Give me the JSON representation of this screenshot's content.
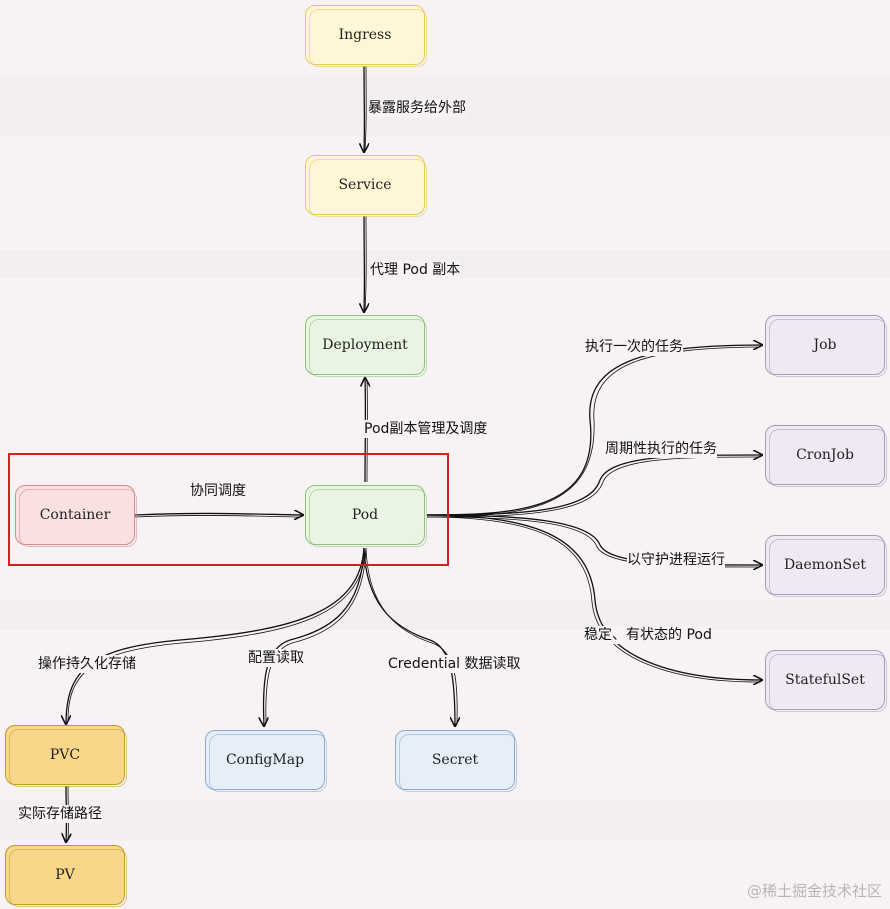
{
  "nodes": {
    "ingress": "Ingress",
    "service": "Service",
    "deployment": "Deployment",
    "pod": "Pod",
    "container": "Container",
    "job": "Job",
    "cronjob": "CronJob",
    "daemonset": "DaemonSet",
    "statefulset": "StatefulSet",
    "pvc": "PVC",
    "pv": "PV",
    "configmap": "ConfigMap",
    "secret": "Secret"
  },
  "edges": {
    "ingress_service": "暴露服务给外部",
    "service_deployment": "代理 Pod 副本",
    "pod_deployment": "Pod副本管理及调度",
    "container_pod": "协同调度",
    "pod_job": "执行一次的任务",
    "pod_cronjob": "周期性执行的任务",
    "pod_daemonset": "以守护进程运行",
    "pod_statefulset": "稳定、有状态的 Pod",
    "pod_pvc": "操作持久化存储",
    "pod_configmap": "配置读取",
    "pod_secret": "Credential 数据读取",
    "pvc_pv": "实际存储路径"
  },
  "watermark": "@稀土掘金技术社区"
}
